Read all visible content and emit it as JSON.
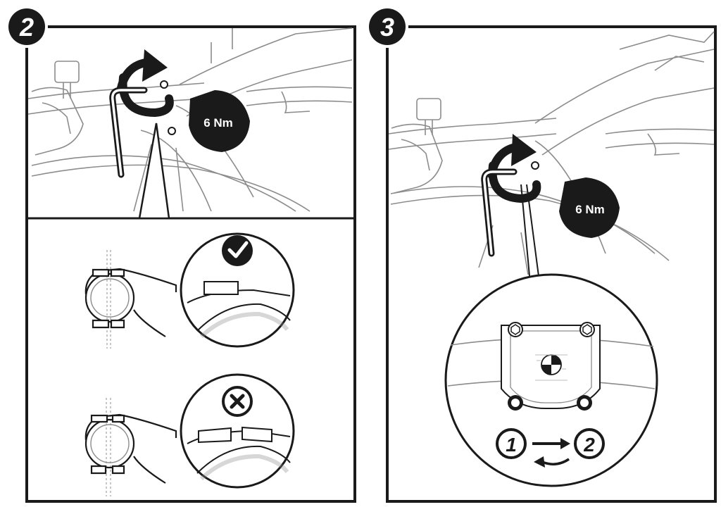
{
  "steps": [
    {
      "number": "2",
      "torque_label": "6 Nm",
      "detail_ok_icon": "check-icon",
      "detail_bad_icon": "cross-icon"
    },
    {
      "number": "3",
      "torque_label": "6 Nm",
      "sequence_first": "1",
      "sequence_second": "2"
    }
  ],
  "colors": {
    "ink": "#1a1a1a",
    "line": "#8c8c8c",
    "light_line": "#bdbdbd",
    "fill_gray": "#e6e6e6",
    "paper": "#ffffff"
  }
}
